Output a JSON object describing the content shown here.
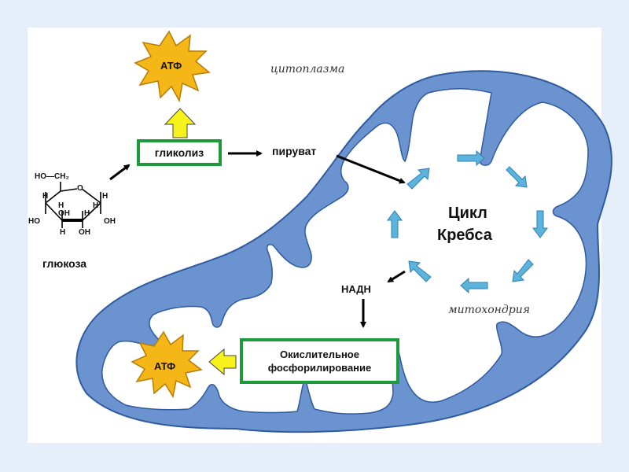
{
  "labels": {
    "atp_top": "АТФ",
    "atp_bottom": "АТФ",
    "cytoplasm": "цитоплазма",
    "glycolysis": "гликолиз",
    "pyruvate": "пируват",
    "krebs_line1": "Цикл",
    "krebs_line2": "Кребса",
    "nadh": "НАДН",
    "mitochondria": "митохондрия",
    "oxphos_line1": "Окислительное",
    "oxphos_line2": "фосфорилирование",
    "glucose": "глюкоза"
  },
  "glucose_formula": {
    "top": "HO—CH₂",
    "ring_o": "O",
    "h_top_left": "H",
    "h_top_right": "H",
    "oh_mid_left": "OH",
    "h_mid_right": "H",
    "ho_left": "HO",
    "oh_right": "OH",
    "h_bot_left": "H",
    "oh_bot": "OH",
    "h_bot_mid": "H",
    "h_low": "H",
    "oh_low": "OH"
  },
  "colors": {
    "membrane": "#6b93cf",
    "membrane_edge": "#2f5b9f",
    "box_border": "#1d9a3c",
    "star_fill": "#f5b717",
    "star_edge": "#b57c06",
    "up_arrow": "#f7f21c",
    "krebs_arrow": "#5cb4dd"
  }
}
